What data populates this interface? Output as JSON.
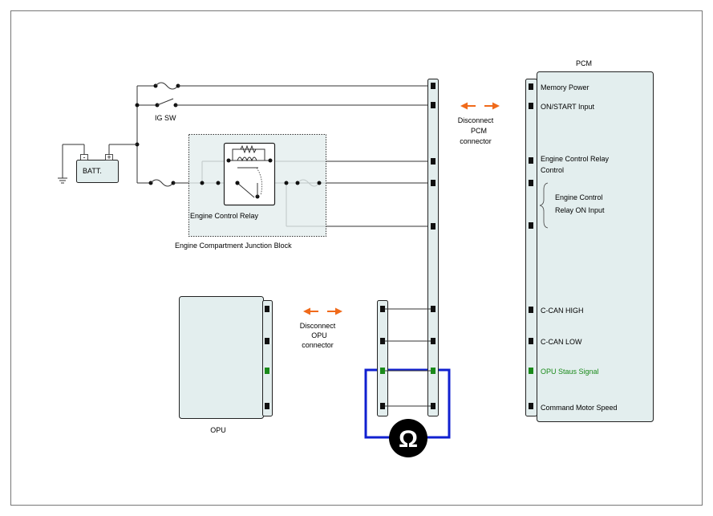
{
  "labels": {
    "pcm": "PCM",
    "ig_sw": "IG SW",
    "batt": "BATT.",
    "batt_minus": "-",
    "batt_plus": "+",
    "relay": "Engine Control Relay",
    "junction_block": "Engine Compartment Junction Block",
    "opu": "OPU",
    "disconnect_pcm_1": "Disconnect",
    "disconnect_pcm_2": "PCM",
    "disconnect_pcm_3": "connector",
    "disconnect_opu_1": "Disconnect",
    "disconnect_opu_2": "OPU",
    "disconnect_opu_3": "connector",
    "ohm": "Ω"
  },
  "pcm_pins": {
    "memory_power": "Memory Power",
    "on_start": "ON/START Input",
    "relay_control_1": "Engine Control Relay",
    "relay_control_2": "Control",
    "relay_on_input_1": "Engine Control",
    "relay_on_input_2": "Relay ON Input",
    "c_can_high": "C-CAN HIGH",
    "c_can_low": "C-CAN LOW",
    "opu_status": "OPU Staus Signal",
    "motor_speed": "Command Motor Speed"
  },
  "colors": {
    "panel_fill": "#e3eeee",
    "arrow": "#f06a1a",
    "meter_loop": "#1020d0",
    "status_green": "#1a8a1a"
  }
}
